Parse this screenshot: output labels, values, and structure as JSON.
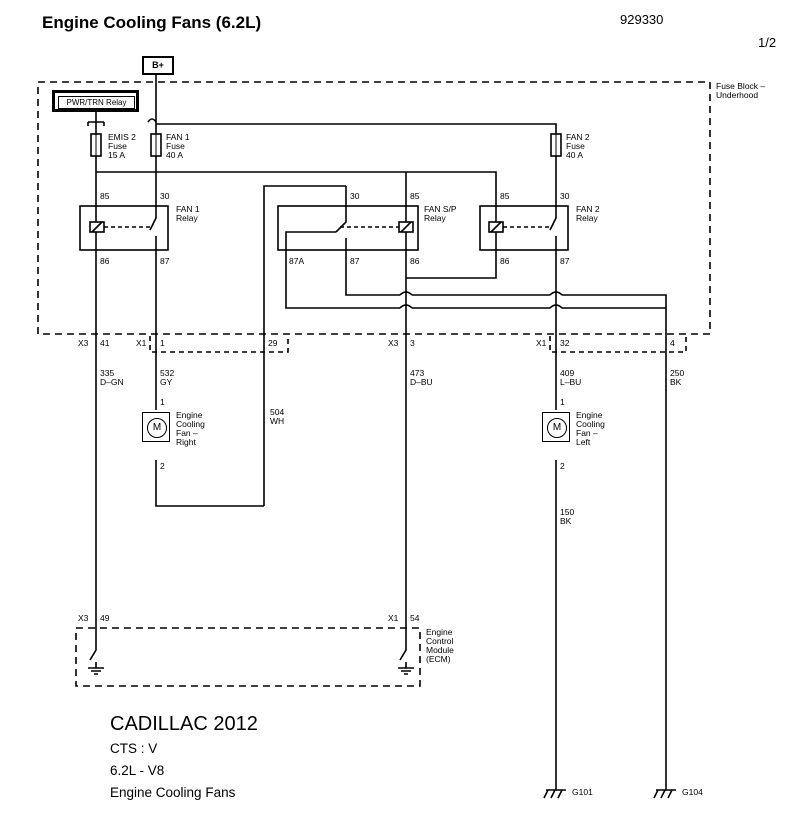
{
  "header": {
    "title": "Engine Cooling Fans (6.2L)",
    "doc_number": "929330",
    "page": "1/2"
  },
  "power": {
    "label": "B+"
  },
  "pwr_relay": {
    "label": "PWR/TRN Relay"
  },
  "fuse_block": {
    "label": "Fuse Block –\nUnderhood"
  },
  "fuses": {
    "emis2": "EMIS 2\nFuse\n15 A",
    "fan1": "FAN 1\nFuse\n40 A",
    "fan2": "FAN 2\nFuse\n40 A"
  },
  "relays": {
    "fan1": "FAN 1\nRelay",
    "fansp": "FAN S/P\nRelay",
    "fan2": "FAN 2\nRelay"
  },
  "pins": {
    "fan1_85": "85",
    "fan1_30": "30",
    "fan1_86": "86",
    "fan1_87": "87",
    "fansp_30": "30",
    "fansp_85": "85",
    "fansp_87a": "87A",
    "fansp_87": "87",
    "fansp_86": "86",
    "fan2_85": "85",
    "fan2_30": "30",
    "fan2_86": "86",
    "fan2_87": "87"
  },
  "connectors": {
    "x3_41": "X3",
    "x3_41_pin": "41",
    "x1_1": "X1",
    "x1_1_pin": "1",
    "pin_29": "29",
    "x3_3": "X3",
    "x3_3_pin": "3",
    "x1_32": "X1",
    "x1_32_pin": "32",
    "pin_4": "4",
    "x3_49": "X3",
    "x3_49_pin": "49",
    "x1_54": "X1",
    "x1_54_pin": "54"
  },
  "wires": {
    "w335": "335\nD–GN",
    "w532": "532\nGY",
    "w473": "473\nD–BU",
    "w409": "409\nL–BU",
    "w250": "250\nBK",
    "w504": "504\nWH",
    "w150": "150\nBK"
  },
  "motors": {
    "right_label": "Engine\nCooling\nFan –\nRight",
    "left_label": "Engine\nCooling\nFan –\nLeft",
    "symbol": "M",
    "right_pin1": "1",
    "right_pin2": "2",
    "left_pin1": "1",
    "left_pin2": "2"
  },
  "ecm": {
    "label": "Engine\nControl\nModule\n(ECM)"
  },
  "grounds": {
    "g101": "G101",
    "g104": "G104"
  },
  "vehicle": {
    "make_year": "CADILLAC 2012",
    "model": "CTS : V",
    "engine": "6.2L - V8",
    "system": "Engine Cooling Fans"
  }
}
